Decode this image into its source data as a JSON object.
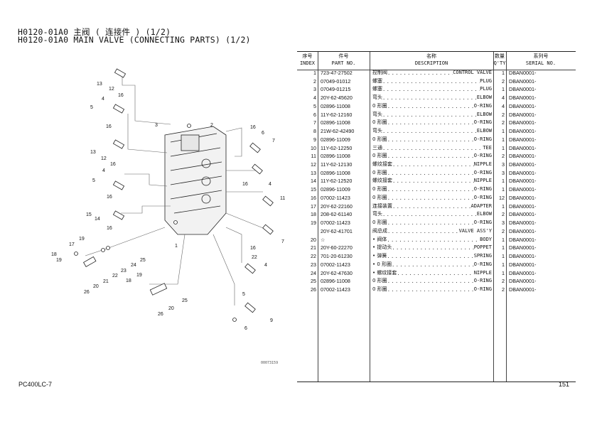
{
  "header": {
    "title_cn": "H0120-01A0 主阀 ( 连接件 ) (1/2)",
    "title_en": "H0120-01A0 MAIN VALVE (CONNECTING PARTS) (1/2)"
  },
  "table": {
    "headers": {
      "index_cn": "序号",
      "index_en": "INDEX",
      "part_cn": "件号",
      "part_en": "PART NO.",
      "desc_cn": "名称",
      "desc_en": "DESCRIPTION",
      "qty_cn": "数量",
      "qty_en": "Q'TY",
      "serial_cn": "系列号",
      "serial_en": "SERIAL NO."
    },
    "rows": [
      {
        "index": "1",
        "part": "723-47-27502",
        "cn": "控制阀",
        "en": "CONTROL VALVE",
        "qty": "1",
        "serial": "DBAN0001-"
      },
      {
        "index": "2",
        "part": "07049-01012",
        "cn": "螺塞",
        "en": "PLUG",
        "qty": "2",
        "serial": "DBAN0001-"
      },
      {
        "index": "3",
        "part": "07049-01215",
        "cn": "螺塞",
        "en": "PLUG",
        "qty": "1",
        "serial": "DBAN0001-"
      },
      {
        "index": "4",
        "part": "20Y-62-45620",
        "cn": "弯头",
        "en": "ELBOW",
        "qty": "4",
        "serial": "DBAN0001-"
      },
      {
        "index": "5",
        "part": "02896-11008",
        "cn": "0 形圈",
        "en": "O-RING",
        "qty": "4",
        "serial": "DBAN0001-"
      },
      {
        "index": "6",
        "part": "11Y-62-12160",
        "cn": "弯头",
        "en": "ELBOW",
        "qty": "2",
        "serial": "DBAN0001-"
      },
      {
        "index": "7",
        "part": "02896-11008",
        "cn": "0 形圈",
        "en": "O-RING",
        "qty": "2",
        "serial": "DBAN0001-"
      },
      {
        "index": "8",
        "part": "21W-62-42490",
        "cn": "弯头",
        "en": "ELBOW",
        "qty": "1",
        "serial": "DBAN0001-"
      },
      {
        "index": "9",
        "part": "02896-11009",
        "cn": "0 形圈",
        "en": "O-RING",
        "qty": "1",
        "serial": "DBAN0001-"
      },
      {
        "index": "10",
        "part": "11Y-62-12250",
        "cn": "三通",
        "en": "TEE",
        "qty": "1",
        "serial": "DBAN0001-"
      },
      {
        "index": "11",
        "part": "02896-11008",
        "cn": "0 形圈",
        "en": "O-RING",
        "qty": "2",
        "serial": "DBAN0001-"
      },
      {
        "index": "12",
        "part": "11Y-62-12130",
        "cn": "螺纹接套",
        "en": "NIPPLE",
        "qty": "3",
        "serial": "DBAN0001-"
      },
      {
        "index": "13",
        "part": "02896-11008",
        "cn": "0 形圈",
        "en": "O-RING",
        "qty": "3",
        "serial": "DBAN0001-"
      },
      {
        "index": "14",
        "part": "11Y-62-12520",
        "cn": "螺纹接套",
        "en": "NIPPLE",
        "qty": "1",
        "serial": "DBAN0001-"
      },
      {
        "index": "15",
        "part": "02896-11009",
        "cn": "0 形圈",
        "en": "O-RING",
        "qty": "1",
        "serial": "DBAN0001-"
      },
      {
        "index": "16",
        "part": "07002-11423",
        "cn": "0 形圈",
        "en": "O-RING",
        "qty": "12",
        "serial": "DBAN0001-"
      },
      {
        "index": "17",
        "part": "20Y-62-22160",
        "cn": "连接装置",
        "en": "ADAPTER",
        "qty": "1",
        "serial": "DBAN0001-"
      },
      {
        "index": "18",
        "part": "208-62-61140",
        "cn": "弯头",
        "en": "ELBOW",
        "qty": "2",
        "serial": "DBAN0001-"
      },
      {
        "index": "19",
        "part": "07002-11423",
        "cn": "0 形圈",
        "en": "O-RING",
        "qty": "3",
        "serial": "DBAN0001-"
      },
      {
        "index": "",
        "part": "20Y-62-41701",
        "cn": "阀总成",
        "en": "VALVE ASS'Y",
        "qty": "2",
        "serial": "DBAN0001-"
      },
      {
        "index": "20",
        "part": "☆",
        "cn": "• 阀体",
        "en": "BODY",
        "qty": "1",
        "serial": "DBAN0001-"
      },
      {
        "index": "21",
        "part": "20Y-60-22270",
        "cn": "• 提动头",
        "en": "POPPET",
        "qty": "1",
        "serial": "DBAN0001-"
      },
      {
        "index": "22",
        "part": "701-20-61230",
        "cn": "• 弹簧",
        "en": "SPRING",
        "qty": "1",
        "serial": "DBAN0001-"
      },
      {
        "index": "23",
        "part": "07002-11423",
        "cn": "• 0 形圈",
        "en": "O-RING",
        "qty": "1",
        "serial": "DBAN0001-"
      },
      {
        "index": "24",
        "part": "20Y-62-47630",
        "cn": "• 螺纹接套",
        "en": "NIPPLE",
        "qty": "1",
        "serial": "DBAN0001-"
      },
      {
        "index": "25",
        "part": "02896-11008",
        "cn": "0 形圈",
        "en": "O-RING",
        "qty": "2",
        "serial": "DBAN0001-"
      },
      {
        "index": "26",
        "part": "07002-11423",
        "cn": "0 形圈",
        "en": "O-RING",
        "qty": "2",
        "serial": "DBAN0001-"
      }
    ]
  },
  "diagram": {
    "drawing_number": "00073159",
    "callouts": [
      "13",
      "12",
      "16",
      "4",
      "5",
      "16",
      "3",
      "2",
      "16",
      "6",
      "7",
      "13",
      "12",
      "16",
      "4",
      "5",
      "16",
      "16",
      "4",
      "11",
      "15",
      "14",
      "16",
      "1",
      "7",
      "19",
      "17",
      "18",
      "19",
      "16",
      "22",
      "4",
      "25",
      "24",
      "23",
      "22",
      "21",
      "20",
      "26",
      "19",
      "18",
      "25",
      "20",
      "26",
      "5",
      "9",
      "6"
    ]
  },
  "footer": {
    "model": "PC400LC-7",
    "page": "151"
  }
}
